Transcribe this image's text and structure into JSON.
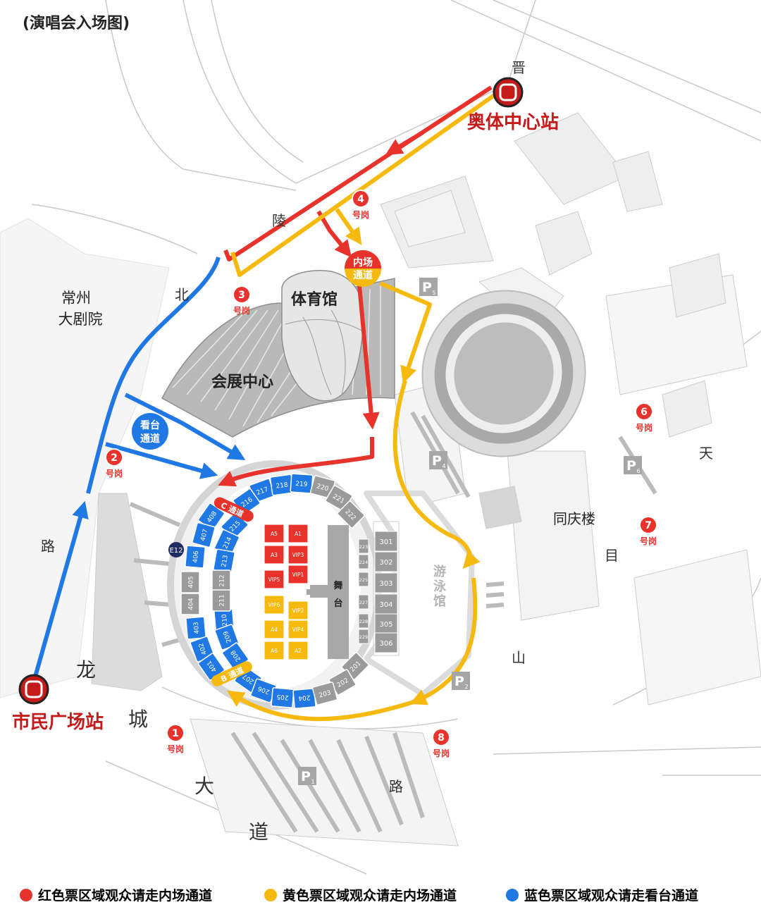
{
  "title": "(演唱会入场图)",
  "colors": {
    "red": "#e8322c",
    "yellow": "#f6b90d",
    "blue": "#1f78e3",
    "gray": "#9a9a9a",
    "navy": "#1d2a63"
  },
  "stations": {
    "aoti": "奥体中心站",
    "shimin": "市民广场站"
  },
  "roads": {
    "jin": "晋",
    "ling": "陵",
    "bei": "北",
    "lu1": "路",
    "long": "龙",
    "cheng": "城",
    "da": "大",
    "dao": "道",
    "tian": "天",
    "mu": "目",
    "shan": "山",
    "lu2": "路"
  },
  "landmarks": {
    "theatre_line1": "常州",
    "theatre_line2": "大剧院",
    "gym": "体育馆",
    "expo": "会展中心",
    "pool_line1": "游",
    "pool_line2": "泳",
    "pool_line3": "馆",
    "tongqing": "同庆楼"
  },
  "gate_suffix": "号岗",
  "gates": [
    "1",
    "2",
    "3",
    "4",
    "6",
    "7",
    "8"
  ],
  "passages": {
    "field_line1": "内场",
    "field_line2": "通道",
    "stand_line1": "看台",
    "stand_line2": "通道",
    "c": "C 通道",
    "b": "B 通道"
  },
  "exit_badge": "E12",
  "parking": {
    "p_letter": "P",
    "p1": "1",
    "p2": "2",
    "p4": "4",
    "p5": "5",
    "p6": "6"
  },
  "stage": "舞台",
  "vip_blocks": {
    "red": [
      "A5",
      "A1",
      "A3",
      "VIP3",
      "VIP5",
      "VIP1"
    ],
    "yellow": [
      "VIP6",
      "VIP2",
      "A4",
      "VIP4",
      "A6",
      "A2"
    ]
  },
  "sections": {
    "blue": [
      "217",
      "218",
      "219",
      "216",
      "408",
      "215",
      "407",
      "214",
      "406",
      "213",
      "403",
      "210",
      "402",
      "209",
      "401",
      "208",
      "207",
      "206",
      "205",
      "204"
    ],
    "gray": [
      "220",
      "221",
      "222",
      "405",
      "212",
      "404",
      "211",
      "201",
      "202",
      "203"
    ],
    "right": [
      "301",
      "302",
      "303",
      "304",
      "305",
      "306"
    ],
    "small": [
      "223",
      "224",
      "225",
      "227",
      "228",
      "229"
    ]
  },
  "legend": {
    "red": "红色票区域观众请走内场通道",
    "yellow": "黄色票区域观众请走内场通道",
    "blue": "蓝色票区域观众请走看台通道"
  }
}
